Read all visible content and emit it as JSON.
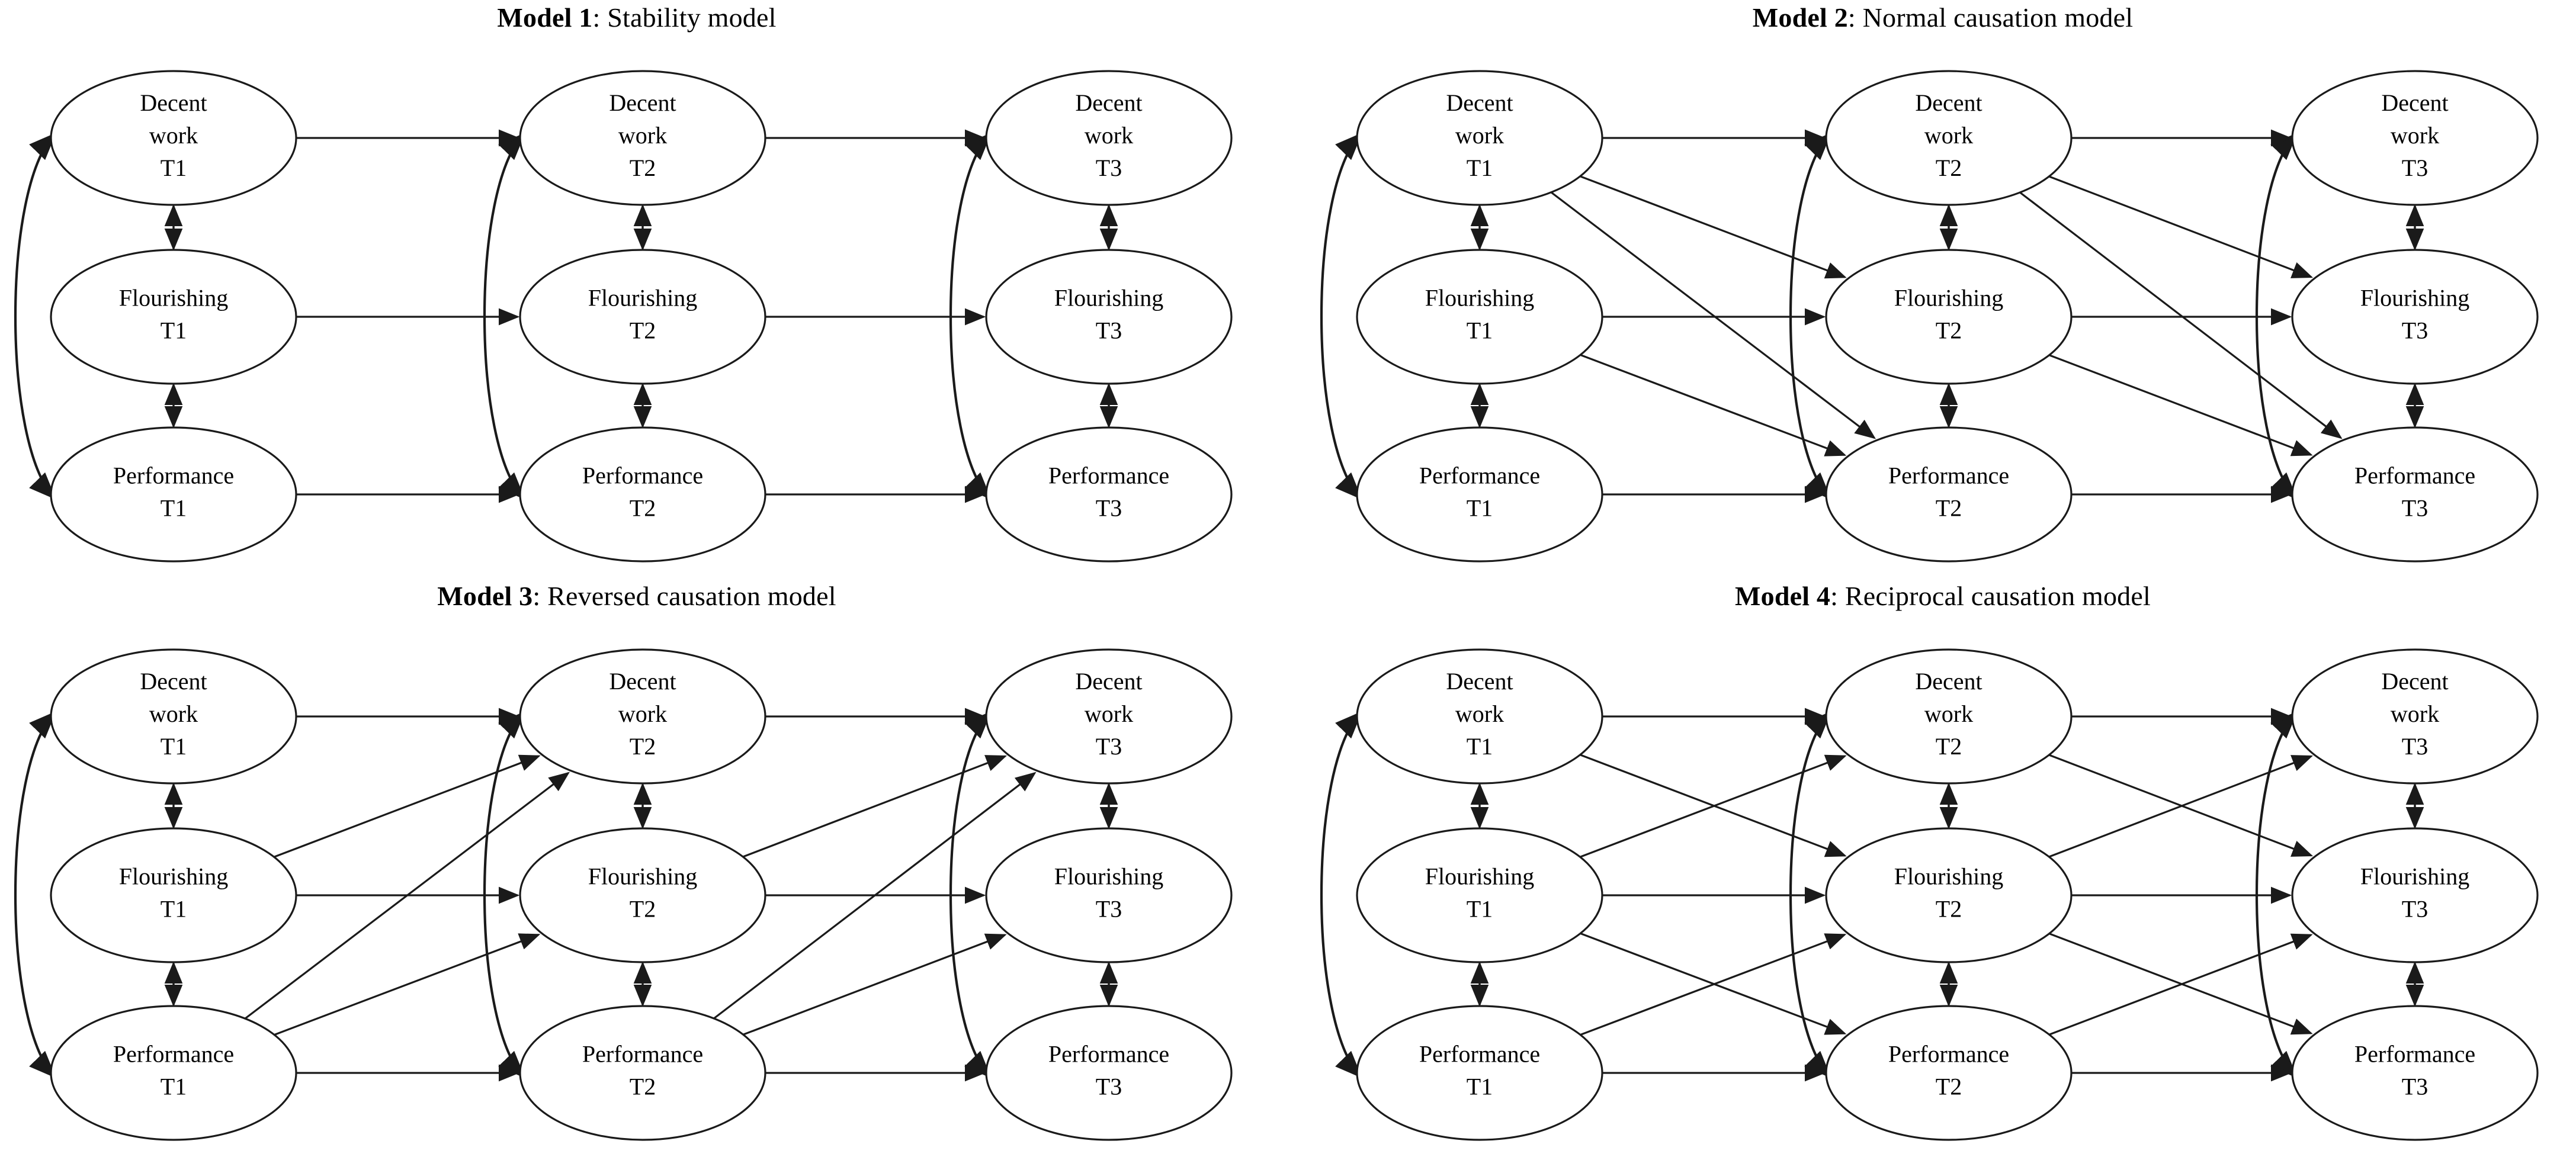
{
  "figure": {
    "background_color": "#ffffff",
    "line_color": "#1a1a1a",
    "text_color": "#000000",
    "node_shape": "ellipse",
    "waves": [
      "T1",
      "T2",
      "T3"
    ],
    "constructs": [
      "Decent work",
      "Flourishing",
      "Performance"
    ]
  },
  "panels": [
    {
      "id": "model-1",
      "title_label": "Model 1",
      "title_sep": ": ",
      "title_name": "Stability model",
      "nodes": [
        {
          "id": "dw1",
          "line1": "Decent",
          "line2": "work",
          "line3": "T1"
        },
        {
          "id": "dw2",
          "line1": "Decent",
          "line2": "work",
          "line3": "T2"
        },
        {
          "id": "dw3",
          "line1": "Decent",
          "line2": "work",
          "line3": "T3"
        },
        {
          "id": "fl1",
          "line1": "Flourishing",
          "line2": "T1",
          "line3": ""
        },
        {
          "id": "fl2",
          "line1": "Flourishing",
          "line2": "T2",
          "line3": ""
        },
        {
          "id": "fl3",
          "line1": "Flourishing",
          "line2": "T3",
          "line3": ""
        },
        {
          "id": "pf1",
          "line1": "Performance",
          "line2": "T1",
          "line3": ""
        },
        {
          "id": "pf2",
          "line1": "Performance",
          "line2": "T2",
          "line3": ""
        },
        {
          "id": "pf3",
          "line1": "Performance",
          "line2": "T3",
          "line3": ""
        }
      ],
      "autoregressive": [
        "dw1 -> dw2",
        "dw2 -> dw3",
        "fl1 -> fl2",
        "fl2 -> fl3",
        "pf1 -> pf2",
        "pf2 -> pf3"
      ],
      "covariances_vertical": [
        "dw1 <-> fl1",
        "fl1 <-> pf1",
        "dw2 <-> fl2",
        "fl2 <-> pf2",
        "dw3 <-> fl3",
        "fl3 <-> pf3"
      ],
      "covariances_curved": [
        "dw1 <-> pf1",
        "dw2 <-> pf2",
        "dw3 <-> pf3"
      ],
      "cross_lagged": []
    },
    {
      "id": "model-2",
      "title_label": "Model 2",
      "title_sep": ": ",
      "title_name": "Normal causation model",
      "nodes": [
        {
          "id": "dw1",
          "line1": "Decent",
          "line2": "work",
          "line3": "T1"
        },
        {
          "id": "dw2",
          "line1": "Decent",
          "line2": "work",
          "line3": "T2"
        },
        {
          "id": "dw3",
          "line1": "Decent",
          "line2": "work",
          "line3": "T3"
        },
        {
          "id": "fl1",
          "line1": "Flourishing",
          "line2": "T1",
          "line3": ""
        },
        {
          "id": "fl2",
          "line1": "Flourishing",
          "line2": "T2",
          "line3": ""
        },
        {
          "id": "fl3",
          "line1": "Flourishing",
          "line2": "T3",
          "line3": ""
        },
        {
          "id": "pf1",
          "line1": "Performance",
          "line2": "T1",
          "line3": ""
        },
        {
          "id": "pf2",
          "line1": "Performance",
          "line2": "T2",
          "line3": ""
        },
        {
          "id": "pf3",
          "line1": "Performance",
          "line2": "T3",
          "line3": ""
        }
      ],
      "autoregressive": [
        "dw1 -> dw2",
        "dw2 -> dw3",
        "fl1 -> fl2",
        "fl2 -> fl3",
        "pf1 -> pf2",
        "pf2 -> pf3"
      ],
      "covariances_vertical": [
        "dw1 <-> fl1",
        "fl1 <-> pf1",
        "dw2 <-> fl2",
        "fl2 <-> pf2",
        "dw3 <-> fl3",
        "fl3 <-> pf3"
      ],
      "covariances_curved": [
        "dw1 <-> pf1",
        "dw2 <-> pf2",
        "dw3 <-> pf3"
      ],
      "cross_lagged": [
        "dw1 -> fl2",
        "dw1 -> pf2",
        "fl1 -> pf2",
        "dw2 -> fl3",
        "dw2 -> pf3",
        "fl2 -> pf3"
      ]
    },
    {
      "id": "model-3",
      "title_label": "Model 3",
      "title_sep": ": ",
      "title_name": "Reversed causation model",
      "nodes": [
        {
          "id": "dw1",
          "line1": "Decent",
          "line2": "work",
          "line3": "T1"
        },
        {
          "id": "dw2",
          "line1": "Decent",
          "line2": "work",
          "line3": "T2"
        },
        {
          "id": "dw3",
          "line1": "Decent",
          "line2": "work",
          "line3": "T3"
        },
        {
          "id": "fl1",
          "line1": "Flourishing",
          "line2": "T1",
          "line3": ""
        },
        {
          "id": "fl2",
          "line1": "Flourishing",
          "line2": "T2",
          "line3": ""
        },
        {
          "id": "fl3",
          "line1": "Flourishing",
          "line2": "T3",
          "line3": ""
        },
        {
          "id": "pf1",
          "line1": "Performance",
          "line2": "T1",
          "line3": ""
        },
        {
          "id": "pf2",
          "line1": "Performance",
          "line2": "T2",
          "line3": ""
        },
        {
          "id": "pf3",
          "line1": "Performance",
          "line2": "T3",
          "line3": ""
        }
      ],
      "autoregressive": [
        "dw1 -> dw2",
        "dw2 -> dw3",
        "fl1 -> fl2",
        "fl2 -> fl3",
        "pf1 -> pf2",
        "pf2 -> pf3"
      ],
      "covariances_vertical": [
        "dw1 <-> fl1",
        "fl1 <-> pf1",
        "dw2 <-> fl2",
        "fl2 <-> pf2",
        "dw3 <-> fl3",
        "fl3 <-> pf3"
      ],
      "covariances_curved": [
        "dw1 <-> pf1",
        "dw2 <-> pf2",
        "dw3 <-> pf3"
      ],
      "cross_lagged": [
        "fl1 -> dw2",
        "pf1 -> dw2",
        "pf1 -> fl2",
        "fl2 -> dw3",
        "pf2 -> dw3",
        "pf2 -> fl3"
      ]
    },
    {
      "id": "model-4",
      "title_label": "Model 4",
      "title_sep": ": ",
      "title_name": "Reciprocal causation model",
      "nodes": [
        {
          "id": "dw1",
          "line1": "Decent",
          "line2": "work",
          "line3": "T1"
        },
        {
          "id": "dw2",
          "line1": "Decent",
          "line2": "work",
          "line3": "T2"
        },
        {
          "id": "dw3",
          "line1": "Decent",
          "line2": "work",
          "line3": "T3"
        },
        {
          "id": "fl1",
          "line1": "Flourishing",
          "line2": "T1",
          "line3": ""
        },
        {
          "id": "fl2",
          "line1": "Flourishing",
          "line2": "T2",
          "line3": ""
        },
        {
          "id": "fl3",
          "line1": "Flourishing",
          "line2": "T3",
          "line3": ""
        },
        {
          "id": "pf1",
          "line1": "Performance",
          "line2": "T1",
          "line3": ""
        },
        {
          "id": "pf2",
          "line1": "Performance",
          "line2": "T2",
          "line3": ""
        },
        {
          "id": "pf3",
          "line1": "Performance",
          "line2": "T3",
          "line3": ""
        }
      ],
      "autoregressive": [
        "dw1 -> dw2",
        "dw2 -> dw3",
        "fl1 -> fl2",
        "fl2 -> fl3",
        "pf1 -> pf2",
        "pf2 -> pf3"
      ],
      "covariances_vertical": [
        "dw1 <-> fl1",
        "fl1 <-> pf1",
        "dw2 <-> fl2",
        "fl2 <-> pf2",
        "dw3 <-> fl3",
        "fl3 <-> pf3"
      ],
      "covariances_curved": [
        "dw1 <-> pf1",
        "dw2 <-> pf2",
        "dw3 <-> pf3"
      ],
      "cross_lagged": [
        "dw1 -> fl2",
        "fl1 -> dw2",
        "fl1 -> pf2",
        "pf1 -> fl2",
        "dw2 -> fl3",
        "fl2 -> dw3",
        "fl2 -> pf3",
        "pf2 -> fl3"
      ]
    }
  ]
}
